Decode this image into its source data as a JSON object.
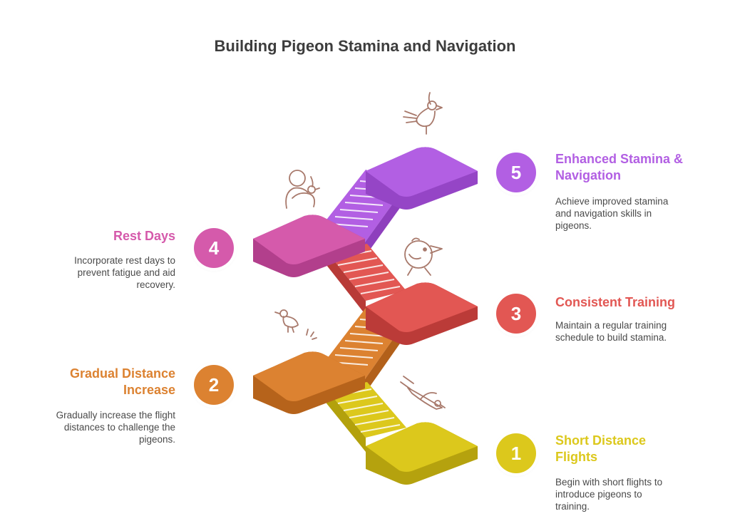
{
  "title": "Building Pigeon Stamina and Navigation",
  "colors": {
    "step1": "#dcc81c",
    "step2": "#dc8231",
    "step3": "#e25753",
    "step4": "#d55aab",
    "step5": "#b25fe3",
    "icon": "#a8796b"
  },
  "steps": [
    {
      "number": "1",
      "title": "Short Distance Flights",
      "description": "Begin with short flights to introduce pigeons to training.",
      "icon": "flying-bird-icon"
    },
    {
      "number": "2",
      "title": "Gradual Distance Increase",
      "description": "Gradually increase the flight distances to challenge the pigeons.",
      "icon": "small-bird-icon"
    },
    {
      "number": "3",
      "title": "Consistent Training",
      "description": "Maintain a regular training schedule to build stamina.",
      "icon": "chick-icon"
    },
    {
      "number": "4",
      "title": "Rest Days",
      "description": "Incorporate rest days to prevent fatigue and aid recovery.",
      "icon": "person-with-bird-icon"
    },
    {
      "number": "5",
      "title": "Enhanced Stamina & Navigation",
      "description": "Achieve improved stamina and navigation skills in pigeons.",
      "icon": "bird-icon"
    }
  ]
}
